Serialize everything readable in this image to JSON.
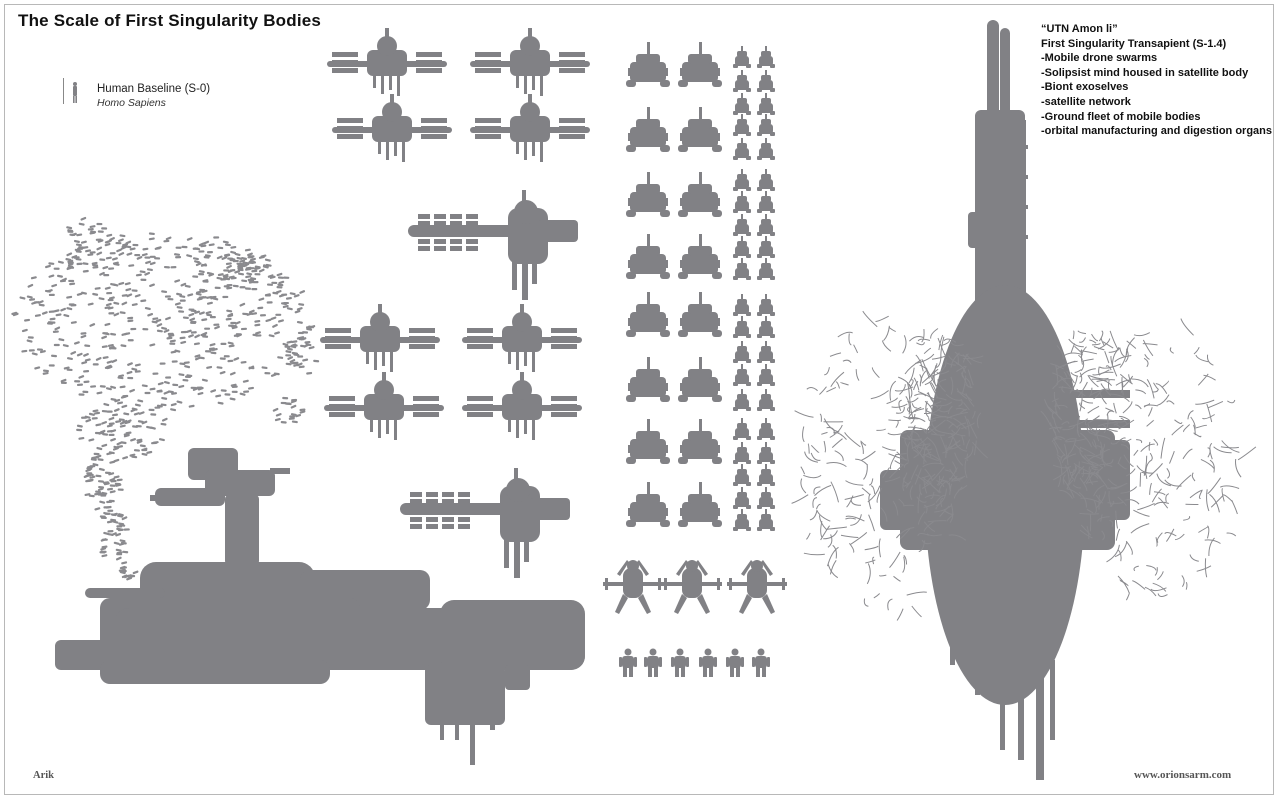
{
  "title": "The Scale of First Singularity Bodies",
  "legend": {
    "label": "Human Baseline (S-0)",
    "species": "Homo Sapiens"
  },
  "description": {
    "lines": [
      "“UTN Amon li”",
      "First Singularity Transapient (S-1.4)",
      "-Mobile drone swarms",
      "-Solipsist mind housed in satellite body",
      "-Biont exoselves",
      "-satellite network",
      "-Ground fleet of mobile bodies",
      "-orbital manufacturing and digestion organs"
    ]
  },
  "credit": "Arik",
  "website": "www.orionsarm.com",
  "colors": {
    "silhouette": "#818185",
    "swarm": "#8a8a8e",
    "background": "#ffffff"
  }
}
